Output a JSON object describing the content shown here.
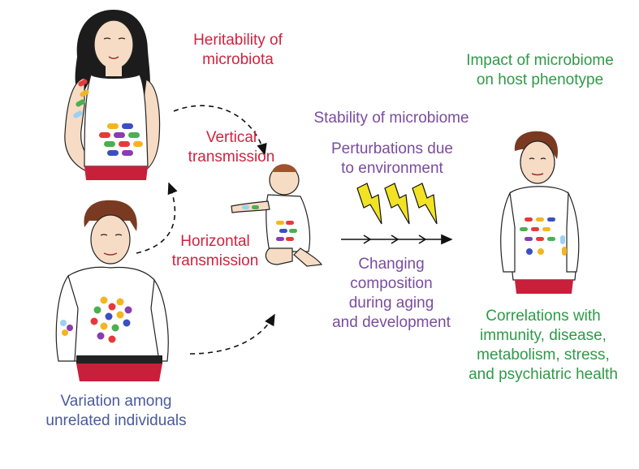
{
  "colors": {
    "red_text": "#d0233f",
    "purple_text": "#7a4c9f",
    "green_text": "#2e9a47",
    "blue_text": "#4a5a9c",
    "lightning": "#f2e224",
    "pants": "#c8203a"
  },
  "labels": {
    "heritability": "Heritability of\nmicrobiota",
    "vertical": "Vertical\ntransmission",
    "horizontal": "Horizontal\ntransmission",
    "variation": "Variation among\nunrelated individuals",
    "stability": "Stability of microbiome",
    "perturbations": "Perturbations due\nto environment",
    "changing": "Changing\ncomposition\nduring aging\nand development",
    "impact": "Impact of microbiome\non host phenotype",
    "correlations": "Correlations with\nimmunity, disease,\nmetabolism, stress,\nand psychiatric health"
  },
  "figures": [
    {
      "name": "woman",
      "icon": "woman-figure-icon"
    },
    {
      "name": "man",
      "icon": "man-figure-icon"
    },
    {
      "name": "baby",
      "icon": "baby-figure-icon"
    },
    {
      "name": "boy",
      "icon": "boy-figure-icon"
    }
  ]
}
